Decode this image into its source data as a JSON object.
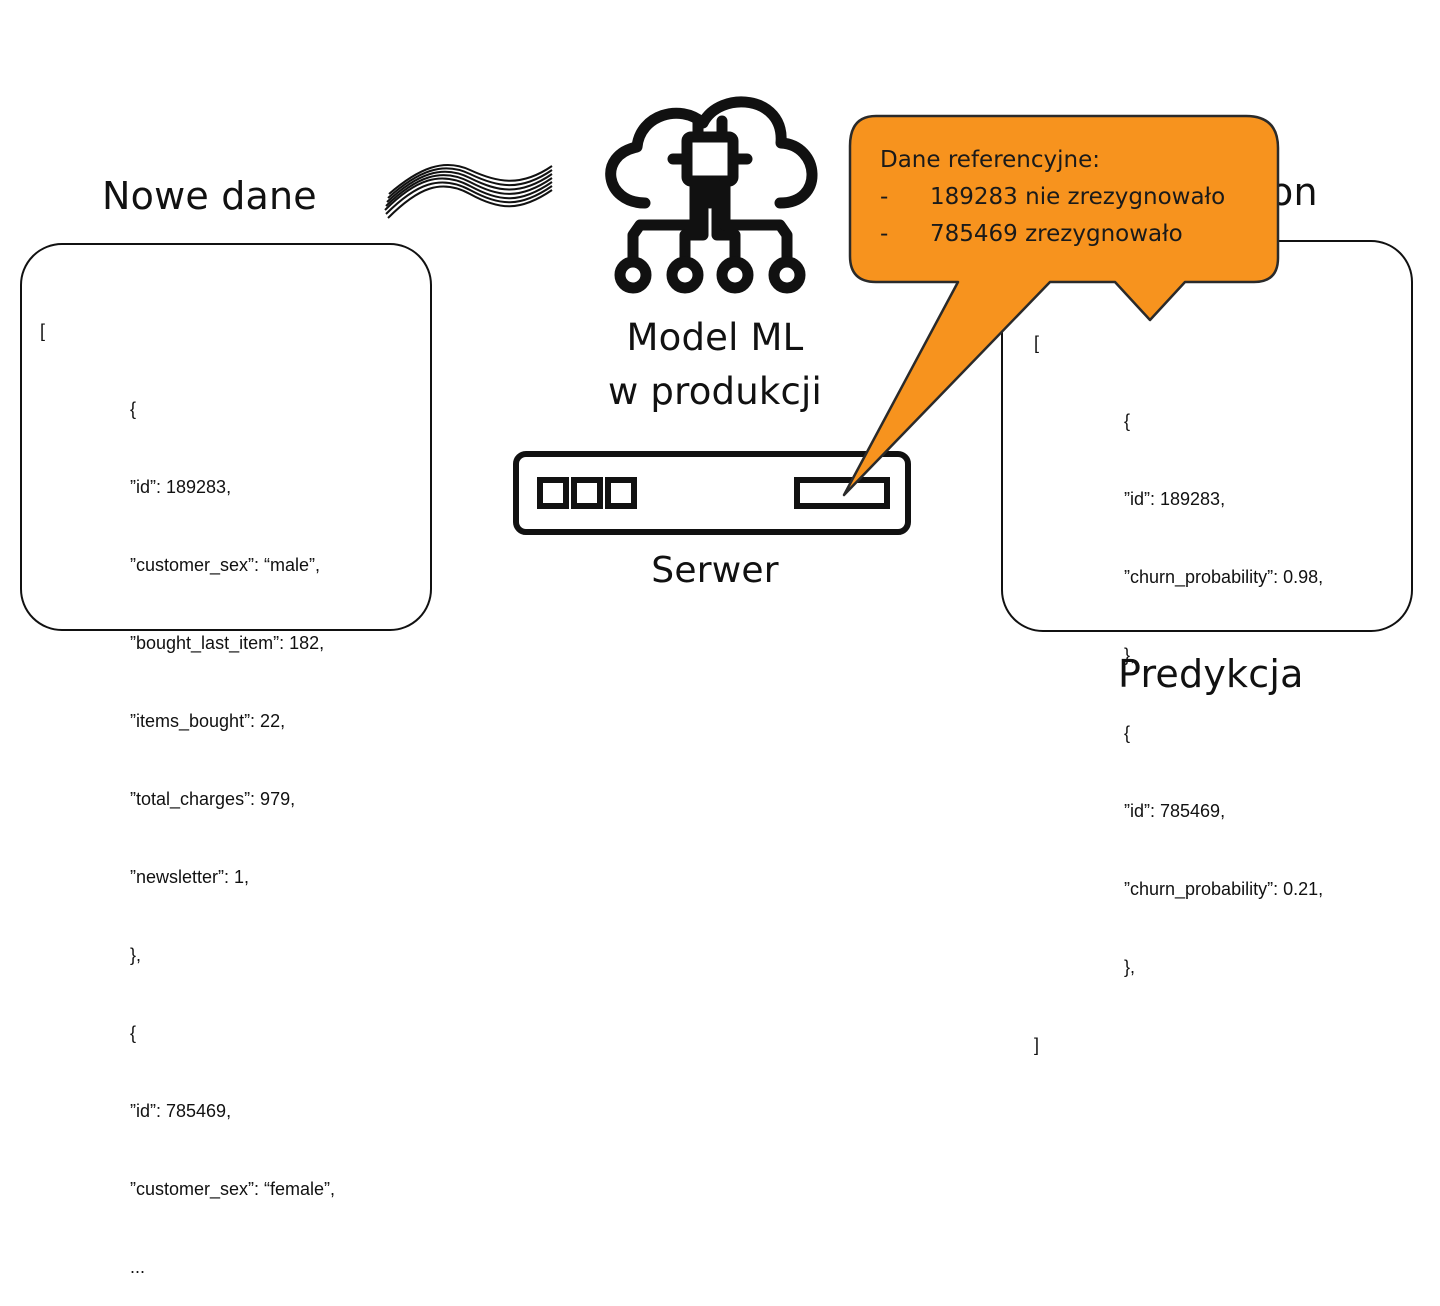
{
  "left_panel": {
    "title": "Nowe dane",
    "lines": [
      "[",
      "{",
      "”id”: 189283,",
      "”customer_sex”: “male”,",
      "”bought_last_item”: 182,",
      "”items_bought”: 22,",
      "”total_charges”: 979,",
      "”newsletter”: 1,",
      "},",
      "{",
      "”id”: 785469,",
      "”customer_sex”: “female”,",
      "..."
    ]
  },
  "center": {
    "model_label_line1": "Model ML",
    "model_label_line2": "w produkcji",
    "server_label": "Serwer"
  },
  "right_panel": {
    "title_fragment": "on",
    "footer": "Predykcja",
    "lines": [
      "[",
      "{",
      "”id”: 189283,",
      "”churn_probability”: 0.98,",
      "},",
      "{",
      "”id”: 785469,",
      "”churn_probability”: 0.21,",
      "},",
      "]"
    ]
  },
  "callout": {
    "title": "Dane referencyjne:",
    "items": [
      {
        "dash": "-",
        "text": "189283 nie zrezygnowało"
      },
      {
        "dash": "-",
        "text": "785469 zrezygnowało"
      }
    ],
    "color": "#F7931E"
  },
  "icons": [
    "wave-icon",
    "cloud-chip-icon",
    "server-icon"
  ]
}
